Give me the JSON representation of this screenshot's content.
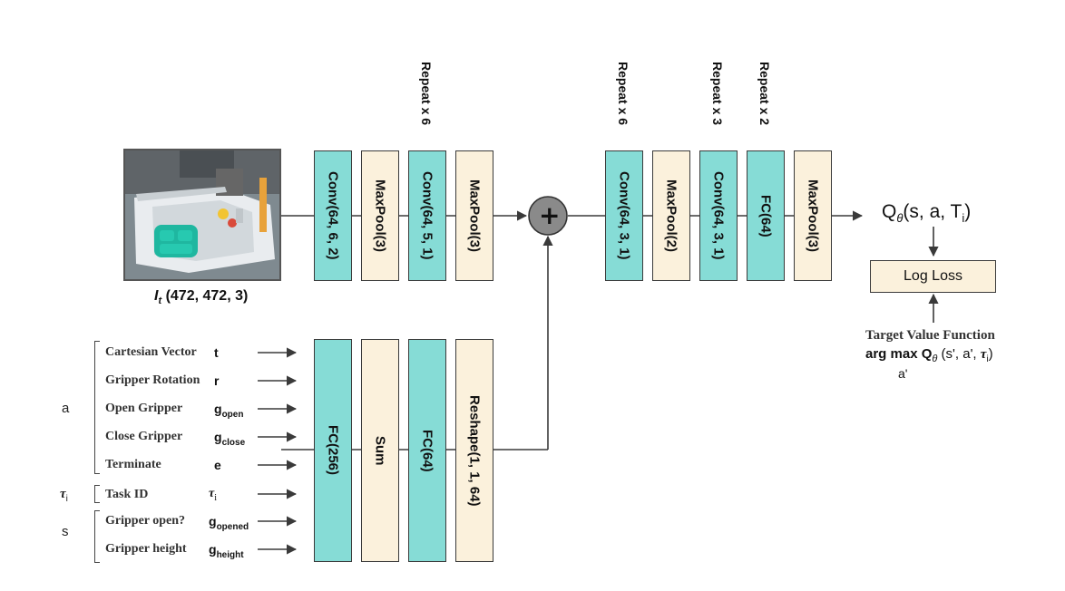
{
  "image_label": {
    "symbol": "I",
    "sub": "t",
    "dims": "(472, 472, 3)"
  },
  "top_blocks": [
    {
      "label": "Conv(64, 6, 2)",
      "color": "teal"
    },
    {
      "label": "MaxPool(3)",
      "color": "cream"
    },
    {
      "label": "Conv(64, 5, 1)",
      "color": "teal"
    },
    {
      "label": "MaxPool(3)",
      "color": "cream"
    },
    {
      "label": "Conv(64, 3, 1)",
      "color": "teal"
    },
    {
      "label": "MaxPool(2)",
      "color": "cream"
    },
    {
      "label": "Conv(64, 3, 1)",
      "color": "teal"
    },
    {
      "label": "FC(64)",
      "color": "teal"
    },
    {
      "label": "MaxPool(3)",
      "color": "cream"
    }
  ],
  "bottom_blocks": [
    {
      "label": "FC(256)",
      "color": "teal"
    },
    {
      "label": "Sum",
      "color": "cream"
    },
    {
      "label": "FC(64)",
      "color": "teal"
    },
    {
      "label": "Reshape(1, 1, 64)",
      "color": "cream"
    }
  ],
  "repeats": [
    "Repeat x 6",
    "Repeat x 6",
    "Repeat x 3",
    "Repeat x 2"
  ],
  "sum_symbol": "+",
  "output": {
    "Q": "Q",
    "theta": "θ",
    "args": "(s, a, T",
    "sub": "i",
    "close": ")"
  },
  "loss_label": "Log Loss",
  "target": {
    "title": "Target Value Function",
    "argmax": "arg max",
    "Q": "Q",
    "theta": "θ",
    "args": " (s', a', ",
    "tau": "τ",
    "tau_sub": "i",
    "close": ")",
    "under": "a'"
  },
  "inputs": [
    {
      "label": "Cartesian Vector",
      "sym": "t",
      "sub": ""
    },
    {
      "label": "Gripper Rotation",
      "sym": "r",
      "sub": ""
    },
    {
      "label": "Open Gripper",
      "sym": "g",
      "sub": "open"
    },
    {
      "label": "Close Gripper",
      "sym": "g",
      "sub": "close"
    },
    {
      "label": "Terminate",
      "sym": "e",
      "sub": ""
    },
    {
      "label": "Task ID",
      "sym": "τ",
      "sub": "i"
    },
    {
      "label": "Gripper open?",
      "sym": "g",
      "sub": "opened"
    },
    {
      "label": "Gripper height",
      "sym": "g",
      "sub": "height"
    }
  ],
  "groups": {
    "a": "a",
    "tau": "τ",
    "tau_sub": "i",
    "s": "s"
  },
  "colors": {
    "teal": "#86dcd6",
    "cream": "#fbf1dc",
    "sum_circle": "#8a8a8a",
    "line": "#3a3a3a"
  }
}
